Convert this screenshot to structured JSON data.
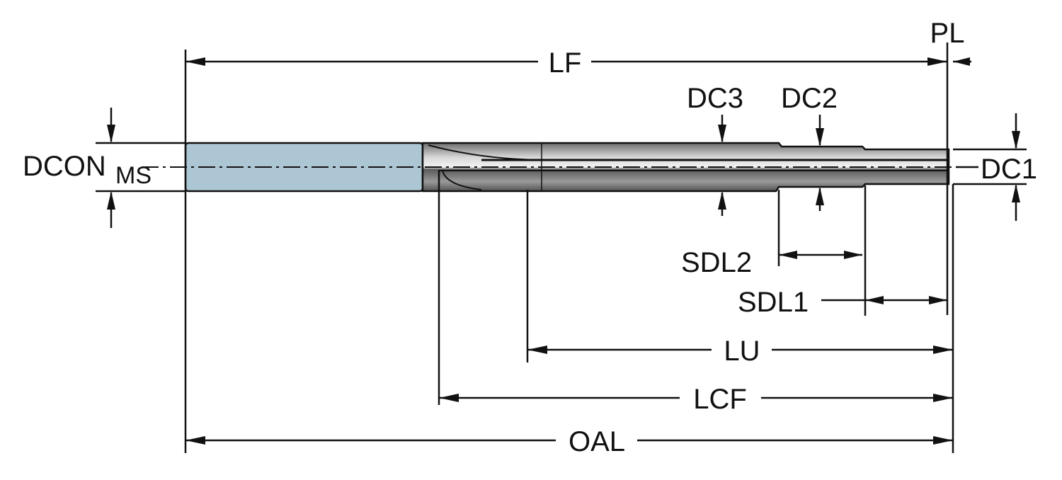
{
  "diagram": {
    "title": "Reamer dimension drawing",
    "colors": {
      "shank": "#adc6d4",
      "body": "#8a8a8a",
      "line": "#111111"
    },
    "labels": {
      "lf": "LF",
      "pl": "PL",
      "dc3": "DC3",
      "dc2": "DC2",
      "dc1": "DC1",
      "dcon": "DCON",
      "dcon_sub": "MS",
      "sdl2": "SDL2",
      "sdl1": "SDL1",
      "lu": "LU",
      "lcf": "LCF",
      "oal": "OAL"
    }
  }
}
